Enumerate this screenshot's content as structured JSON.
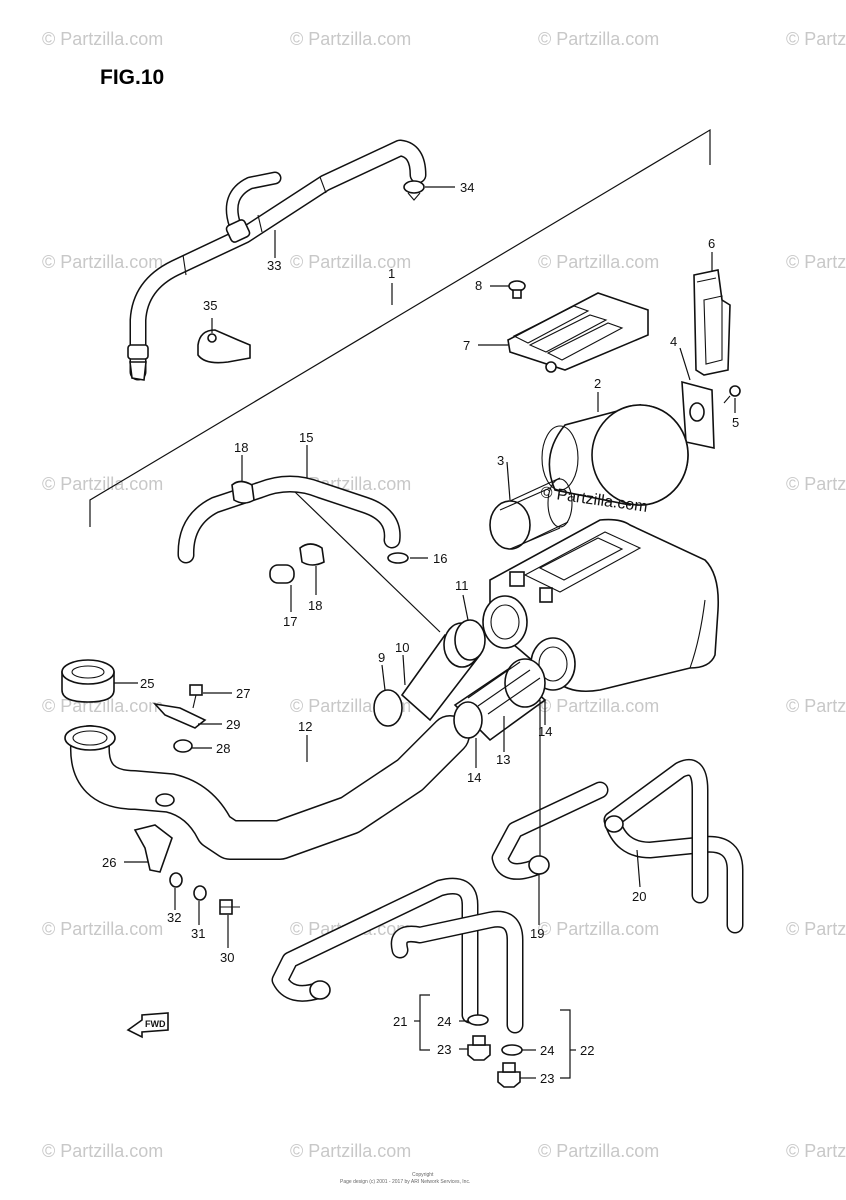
{
  "figure_title": "FIG.10",
  "watermark_text": "© Partzilla.com",
  "logo_text": "© Partzilla.com",
  "fwd_label": "FWD",
  "footer": {
    "line1": "Copyright",
    "line2": "Page design (c) 2001 - 2017 by ARI Network Services, Inc."
  },
  "callouts": {
    "c1": "1",
    "c2": "2",
    "c3": "3",
    "c4": "4",
    "c5": "5",
    "c6": "6",
    "c7": "7",
    "c8": "8",
    "c9": "9",
    "c10": "10",
    "c11": "11",
    "c12": "12",
    "c13": "13",
    "c14a": "14",
    "c14b": "14",
    "c15": "15",
    "c16": "16",
    "c17": "17",
    "c18a": "18",
    "c18b": "18",
    "c19": "19",
    "c20": "20",
    "c21": "21",
    "c22": "22",
    "c23a": "23",
    "c23b": "23",
    "c24a": "24",
    "c24b": "24",
    "c25": "25",
    "c26": "26",
    "c27": "27",
    "c28": "28",
    "c29": "29",
    "c30": "30",
    "c31": "31",
    "c32": "32",
    "c33": "33",
    "c34": "34",
    "c35": "35"
  },
  "colors": {
    "ink": "#111111",
    "watermark": "#c8c8c8",
    "paper": "#ffffff"
  }
}
